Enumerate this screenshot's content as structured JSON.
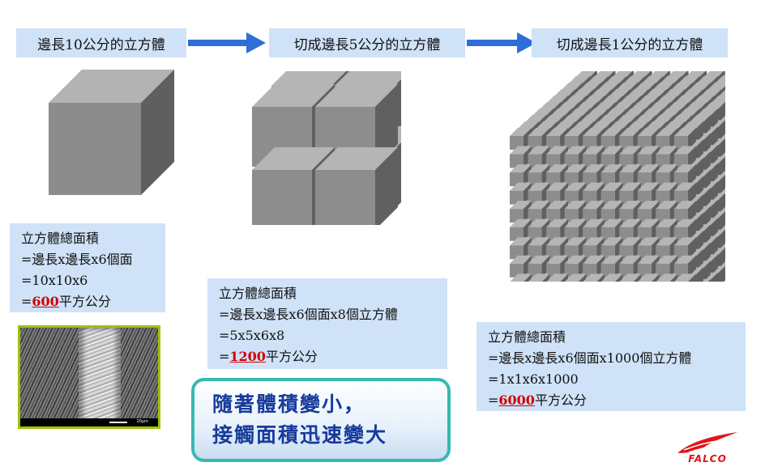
{
  "header": {
    "step1": "邊長10公分的立方體",
    "step2": "切成邊長5公分的立方體",
    "step3": "切成邊長1公分的立方體"
  },
  "panel1": {
    "title": "立方體總面積",
    "formula": "=邊長x邊長x6個面",
    "calc": "=10x10x6",
    "result_prefix": "=",
    "result_value": "600",
    "result_unit": "平方公分"
  },
  "panel2": {
    "title": "立方體總面積",
    "formula": "=邊長x邊長x6個面x8個立方體",
    "calc": "=5x5x6x8",
    "result_prefix": "=",
    "result_value": "1200",
    "result_unit": "平方公分"
  },
  "panel3": {
    "title": "立方體總面積",
    "formula": "=邊長x邊長x6個面x1000個立方體",
    "calc": "=1x1x6x1000",
    "result_prefix": "=",
    "result_value": "6000",
    "result_unit": "平方公分"
  },
  "callout": {
    "line1": "隨著體積變小，",
    "line2": "接觸面積迅速變大"
  },
  "photo": {
    "scale_text": "20μm"
  },
  "logo": {
    "text": "FALCO"
  },
  "colors": {
    "box_bg": "#cfe2f7",
    "arrow": "#2f6ed8",
    "highlight": "#d40000",
    "callout_text": "#173a9c",
    "callout_border": "#36b9b2",
    "logo": "#e0141a"
  }
}
